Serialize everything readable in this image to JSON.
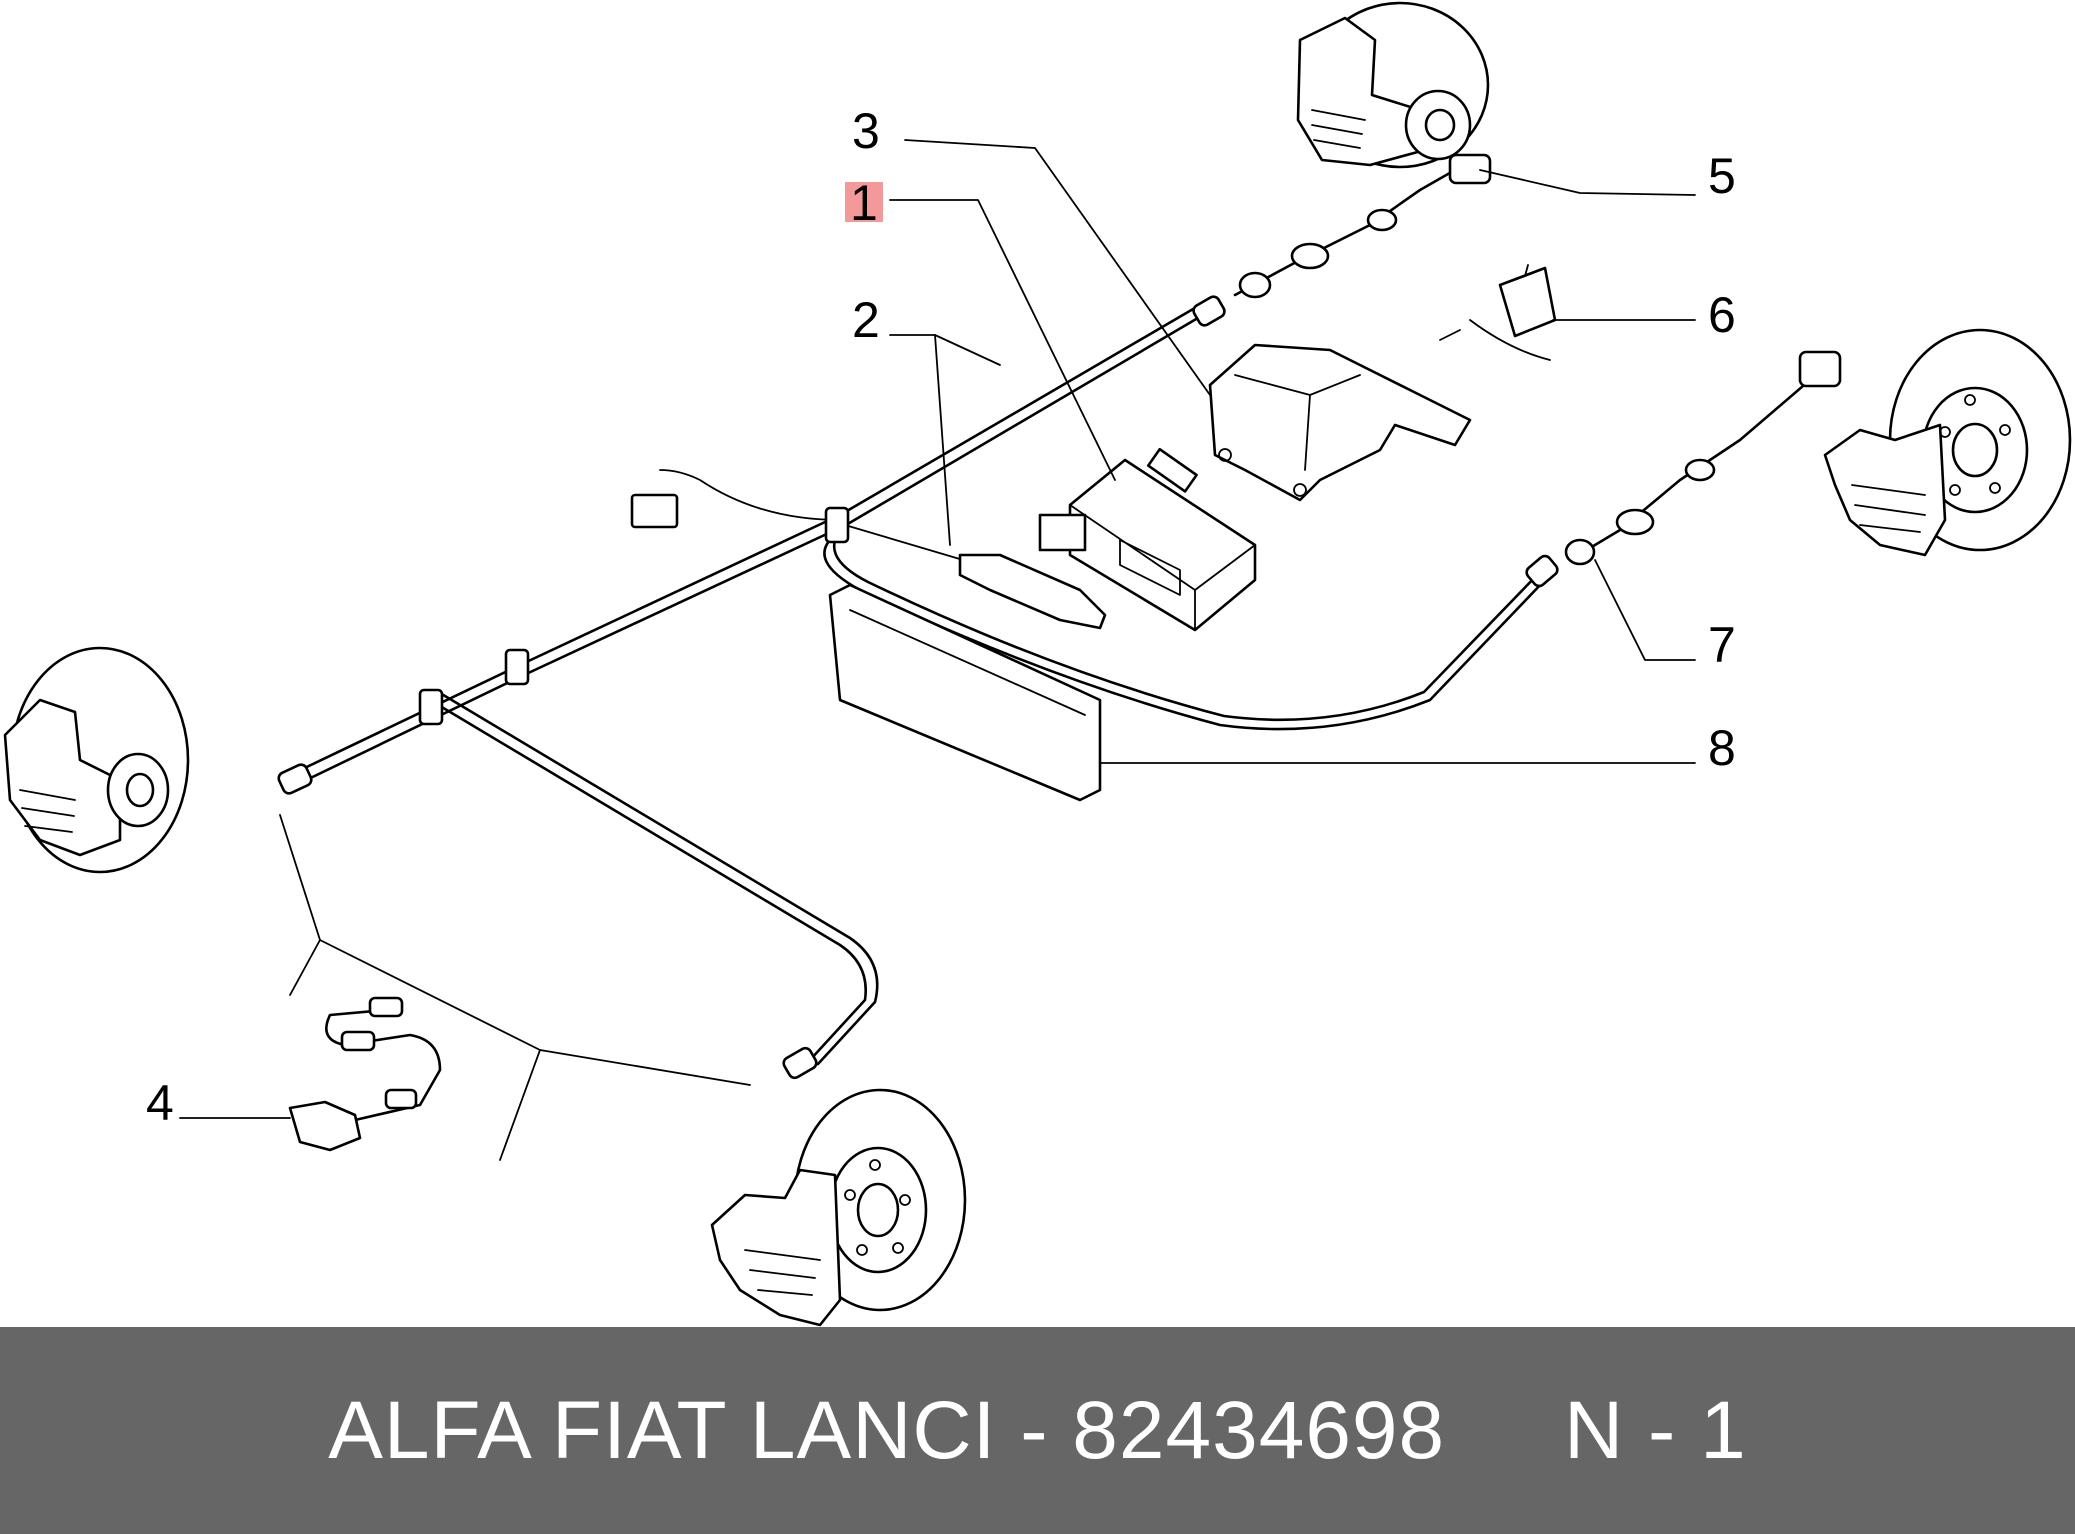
{
  "callouts": [
    {
      "id": "1",
      "label": "1",
      "highlighted": true
    },
    {
      "id": "2",
      "label": "2"
    },
    {
      "id": "3",
      "label": "3"
    },
    {
      "id": "4",
      "label": "4"
    },
    {
      "id": "5",
      "label": "5"
    },
    {
      "id": "6",
      "label": "6"
    },
    {
      "id": "7",
      "label": "7"
    },
    {
      "id": "8",
      "label": "8"
    }
  ],
  "footer": {
    "caption": "ALFA FIAT LANCI - 82434698     N - 1"
  },
  "colors": {
    "footer_background": "#666666",
    "footer_text": "#ffffff",
    "highlight": "#f08080",
    "line": "#000000"
  }
}
